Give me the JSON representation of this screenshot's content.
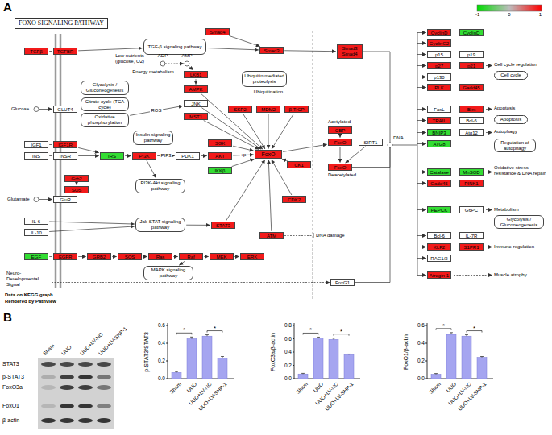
{
  "diagram": {
    "nodes": [
      {
        "text": [
          "FOXO SIGNALING PATHWAY"
        ]
      },
      {
        "text": [
          "TGFβ"
        ]
      },
      {
        "text": [
          "TGFBR"
        ]
      },
      {
        "text": [
          "TGF-β signaling pathway"
        ]
      },
      {
        "text": [
          "Smad4"
        ]
      },
      {
        "text": [
          "Smad3"
        ]
      },
      {
        "text": [
          "Smad3 Smad4"
        ]
      },
      {
        "text": [
          "GLUT4"
        ]
      },
      {
        "text": [
          "IGF1"
        ]
      },
      {
        "text": [
          "IGF1R"
        ]
      },
      {
        "text": [
          "INS"
        ]
      },
      {
        "text": [
          "INSR"
        ]
      },
      {
        "text": [
          "IRS"
        ]
      },
      {
        "text": [
          "PI3K"
        ]
      },
      {
        "text": [
          "PDK1"
        ]
      },
      {
        "text": [
          "AKT"
        ]
      },
      {
        "text": [
          "SGK"
        ]
      },
      {
        "text": [
          "IKKβ"
        ]
      },
      {
        "text": [
          "Glycolysis / Gluconeogenesis"
        ]
      },
      {
        "text": [
          "Citrate cycle (TCA cycle)"
        ]
      },
      {
        "text": [
          "Oxidative phosphorylation"
        ]
      },
      {
        "text": [
          "Insulin signaling pathway"
        ]
      },
      {
        "text": [
          "PI3K-Akt signaling pathway"
        ]
      },
      {
        "text": [
          "LKB1"
        ]
      },
      {
        "text": [
          "AMPK"
        ]
      },
      {
        "text": [
          "JNK"
        ]
      },
      {
        "text": [
          "MST1"
        ]
      },
      {
        "text": [
          "Ubiquitin mediated proteolysis"
        ]
      },
      {
        "text": [
          "SKP2"
        ]
      },
      {
        "text": [
          "MDM2"
        ]
      },
      {
        "text": [
          "β-TrCP"
        ]
      },
      {
        "text": [
          "CK1"
        ]
      },
      {
        "text": [
          "FoxO"
        ]
      },
      {
        "text": [
          "CBP"
        ]
      },
      {
        "text": [
          "FoxO"
        ]
      },
      {
        "text": [
          "SIRT1"
        ]
      },
      {
        "text": [
          "FoxO"
        ]
      },
      {
        "text": [
          "IL-6"
        ]
      },
      {
        "text": [
          "IL-10"
        ]
      },
      {
        "text": [
          "Jak-STAT signaling pathway"
        ]
      },
      {
        "text": [
          "STAT3"
        ]
      },
      {
        "text": [
          "CDK2"
        ]
      },
      {
        "text": [
          "ATM"
        ]
      },
      {
        "text": [
          "GluR"
        ]
      },
      {
        "text": [
          "Grb2"
        ]
      },
      {
        "text": [
          "SOS"
        ]
      },
      {
        "text": [
          "EGF"
        ]
      },
      {
        "text": [
          "EGFR"
        ]
      },
      {
        "text": [
          "GRB2"
        ]
      },
      {
        "text": [
          "SOS"
        ]
      },
      {
        "text": [
          "Ras"
        ]
      },
      {
        "text": [
          "Raf"
        ]
      },
      {
        "text": [
          "MEK"
        ]
      },
      {
        "text": [
          "ERK"
        ]
      },
      {
        "text": [
          "MAPK signaling pathway"
        ]
      },
      {
        "text": [
          "FoxG1"
        ]
      },
      {
        "text": [
          "CyclinD"
        ]
      },
      {
        "text": [
          "CyclinD"
        ]
      },
      {
        "text": [
          "CyclinG2"
        ]
      },
      {
        "text": [
          "p15"
        ]
      },
      {
        "text": [
          "p19"
        ]
      },
      {
        "text": [
          "p27"
        ]
      },
      {
        "text": [
          "p21"
        ]
      },
      {
        "text": [
          "p130"
        ]
      },
      {
        "text": [
          "Cell cycle"
        ]
      },
      {
        "text": [
          "PLK"
        ]
      },
      {
        "text": [
          "Gadd45"
        ]
      },
      {
        "text": [
          "FasL"
        ]
      },
      {
        "text": [
          "Bim"
        ]
      },
      {
        "text": [
          "TRAIL"
        ]
      },
      {
        "text": [
          "Bcl-6"
        ]
      },
      {
        "text": [
          "Apoptosis"
        ]
      },
      {
        "text": [
          "BNIP3"
        ]
      },
      {
        "text": [
          "Atg12"
        ]
      },
      {
        "text": [
          "ATG8"
        ]
      },
      {
        "text": [
          "Regulation of autophagy"
        ]
      },
      {
        "text": [
          "Catalase"
        ]
      },
      {
        "text": [
          "MnSOD"
        ]
      },
      {
        "text": [
          "Gadd45"
        ]
      },
      {
        "text": [
          "PINK1"
        ]
      },
      {
        "text": [
          "PEPCK"
        ]
      },
      {
        "text": [
          "G6PC"
        ]
      },
      {
        "text": [
          "Glycolysis / Gluconeogenesis"
        ]
      },
      {
        "text": [
          "Bcl-6"
        ]
      },
      {
        "text": [
          "IL-7R"
        ]
      },
      {
        "text": [
          "KLF2"
        ]
      },
      {
        "text": [
          "S1PR1"
        ]
      },
      {
        "text": [
          "RAG1/2"
        ]
      },
      {
        "text": [
          "Atrogin-1"
        ]
      }
    ],
    "edges": [
      {
        "from": 1,
        "to": 2,
        "arrow": "none"
      },
      {
        "from": 2,
        "to": 3,
        "arrow": "to"
      },
      {
        "from": 3,
        "to": 5,
        "arrow": "to"
      },
      {
        "from": 4,
        "to": 5,
        "arrow": "to"
      },
      {
        "from": 5,
        "to": 6,
        "arrow": "to"
      },
      {
        "from": 8,
        "to": 9,
        "arrow": "none"
      },
      {
        "from": 10,
        "to": 11,
        "arrow": "none"
      },
      {
        "from": 9,
        "to": 12,
        "arrow": "to"
      },
      {
        "from": 11,
        "to": 12,
        "arrow": "to"
      },
      {
        "from": 12,
        "to": 13,
        "arrow": "to"
      },
      {
        "from": 13,
        "to": 14,
        "arrow": "to",
        "label": "PIP3"
      },
      {
        "from": 14,
        "to": 15,
        "arrow": "to"
      },
      {
        "from": 15,
        "to": 32,
        "arrow": "to",
        "label": "+p"
      },
      {
        "from": 16,
        "to": 32,
        "arrow": "to"
      },
      {
        "from": 17,
        "to": 32,
        "arrow": "to"
      },
      {
        "from": 23,
        "to": 24,
        "arrow": "to"
      },
      {
        "from": 24,
        "to": 32,
        "arrow": "to"
      },
      {
        "from": 25,
        "to": 32,
        "arrow": "to"
      },
      {
        "from": 26,
        "to": 32,
        "arrow": "to"
      },
      {
        "from": 20,
        "to": 25,
        "arrow": "to",
        "label": "ROS"
      },
      {
        "from": 28,
        "to": 32,
        "arrow": "to"
      },
      {
        "from": 29,
        "to": 32,
        "arrow": "to"
      },
      {
        "from": 30,
        "to": 32,
        "arrow": "to"
      },
      {
        "from": 31,
        "to": 32,
        "arrow": "to"
      },
      {
        "from": 32,
        "to": 34,
        "arrow": "to"
      },
      {
        "from": 33,
        "to": 34,
        "arrow": "to"
      },
      {
        "from": 35,
        "to": 36,
        "arrow": "to"
      },
      {
        "from": 34,
        "to": 36,
        "arrow": "to"
      },
      {
        "from": 37,
        "to": 39,
        "arrow": "to"
      },
      {
        "from": 38,
        "to": 39,
        "arrow": "to"
      },
      {
        "from": 39,
        "to": 40,
        "arrow": "to"
      },
      {
        "from": 40,
        "to": 32,
        "arrow": "to"
      },
      {
        "from": 41,
        "to": 32,
        "arrow": "to"
      },
      {
        "from": 42,
        "to": 32,
        "arrow": "to"
      },
      {
        "from": 13,
        "to": 22,
        "arrow": "to"
      },
      {
        "from": 46,
        "to": 47,
        "arrow": "none"
      },
      {
        "from": 47,
        "to": 48,
        "arrow": "to"
      },
      {
        "from": 48,
        "to": 49,
        "arrow": "to"
      },
      {
        "from": 49,
        "to": 50,
        "arrow": "to"
      },
      {
        "from": 50,
        "to": 51,
        "arrow": "to"
      },
      {
        "from": 51,
        "to": 52,
        "arrow": "to"
      },
      {
        "from": 52,
        "to": 53,
        "arrow": "to"
      },
      {
        "from": 51,
        "to": 54,
        "arrow": "to"
      },
      {
        "from": 44,
        "to": 45,
        "arrow": "to"
      }
    ],
    "labels": [
      "A",
      "-1",
      "0",
      "1",
      "Low nutrients (glucose, O2)",
      "ADP",
      "AMP",
      "Energy metabolism",
      "Glucose",
      "Glutamate",
      "Ubiquitination",
      "Acetylated",
      "Deacetylated",
      "DNA",
      "DNA damage",
      "Neuro-Developmental Signal",
      "Data on KEGG graph",
      "Rendered by Pathview",
      "Cell cycle regulation",
      "Apoptosis",
      "Autophagy",
      "Oxidative stress resistance & DNA repair",
      "Metabolism",
      "Immuno-regulation",
      "Muscle atrophy",
      "B",
      "Sham",
      "UUO",
      "UUO+LV-NC",
      "UUO+LV-SHP-1",
      "STAT3",
      "p-STAT3",
      "FoxO3a",
      "FoxO1",
      "β-actin",
      "p-STAT3/STAT3",
      "0.0",
      "0.2",
      "0.4",
      "0.6",
      "Sham",
      "UUO",
      "UUO+LV-NC",
      "UUO+LV-SHP-1",
      "*",
      "*",
      "FoxO3a/β-actin",
      "0.0",
      "0.2",
      "0.4",
      "0.6",
      "0.8",
      "Sham",
      "UUO",
      "UUO+LV-NC",
      "UUO+LV-SHP-1",
      "*",
      "*",
      "FoxO1/β-actin",
      "0.0",
      "0.2",
      "0.4",
      "0.6",
      "Sham",
      "UUO",
      "UUO+LV-NC",
      "UUO+LV-SHP-1",
      "*",
      "*"
    ]
  }
}
